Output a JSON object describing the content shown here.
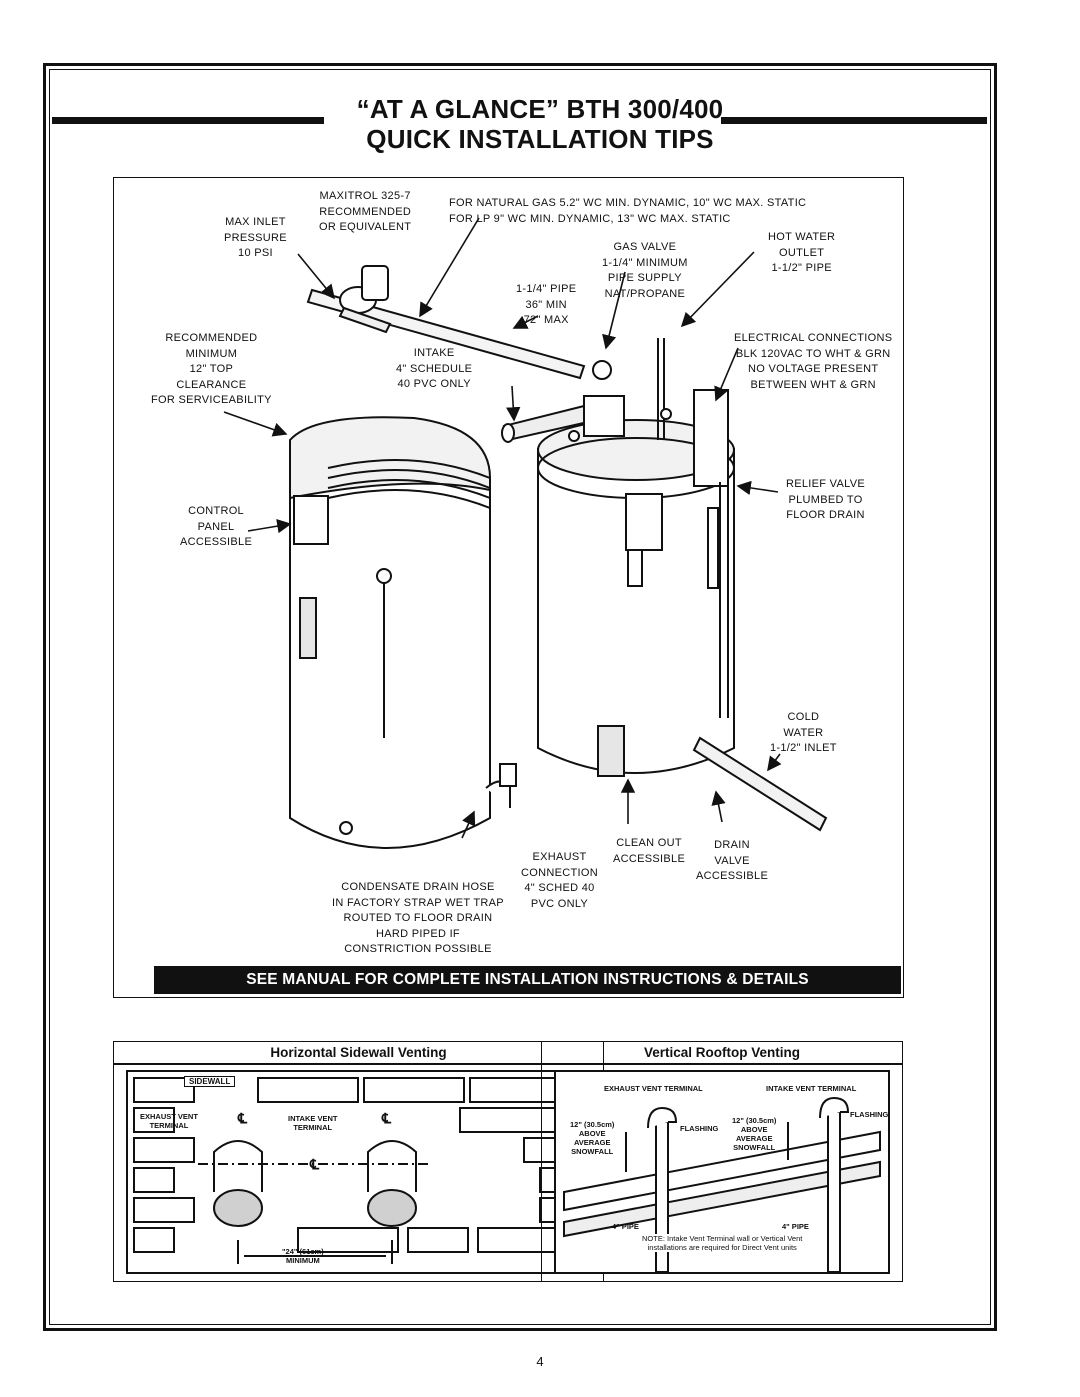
{
  "title": {
    "line1": "“AT A GLANCE” BTH 300/400",
    "line2": "QUICK INSTALLATION TIPS"
  },
  "diagram": {
    "callouts": {
      "max_inlet": [
        "MAX INLET",
        "PRESSURE",
        "10 PSI"
      ],
      "maxitrol": [
        "MAXITROL 325-7",
        "RECOMMENDED",
        "OR EQUIVALENT"
      ],
      "gas_spec": [
        "FOR NATURAL GAS 5.2\" WC MIN. DYNAMIC, 10\" WC MAX. STATIC",
        "FOR LP 9\" WC MIN. DYNAMIC, 13\" WC MAX. STATIC"
      ],
      "gas_valve": [
        "GAS VALVE",
        "1-1/4\" MINIMUM",
        "PIPE SUPPLY",
        "NAT/PROPANE"
      ],
      "hot_water": [
        "HOT WATER",
        "OUTLET",
        "1-1/2\" PIPE"
      ],
      "pipe": [
        "1-1/4\" PIPE",
        "36\" MIN",
        "72\" MAX"
      ],
      "clearance": [
        "RECOMMENDED",
        "MINIMUM",
        "12\" TOP",
        "CLEARANCE",
        "FOR SERVICEABILITY"
      ],
      "intake": [
        "INTAKE",
        "4\" SCHEDULE",
        "40 PVC ONLY"
      ],
      "electrical": [
        "ELECTRICAL CONNECTIONS",
        "BLK 120VAC TO WHT & GRN",
        "NO VOLTAGE PRESENT",
        "BETWEEN WHT & GRN"
      ],
      "control_panel": [
        "CONTROL",
        "PANEL",
        "ACCESSIBLE"
      ],
      "relief_valve": [
        "RELIEF VALVE",
        "PLUMBED TO",
        "FLOOR DRAIN"
      ],
      "cold_water": [
        "COLD",
        "WATER",
        "1-1/2\" INLET"
      ],
      "clean_out": [
        "CLEAN OUT",
        "ACCESSIBLE"
      ],
      "drain_valve": [
        "DRAIN",
        "VALVE",
        "ACCESSIBLE"
      ],
      "exhaust": [
        "EXHAUST",
        "CONNECTION",
        "4\" SCHED 40",
        "PVC ONLY"
      ],
      "condensate": [
        "CONDENSATE DRAIN HOSE",
        "IN FACTORY STRAP WET TRAP",
        "ROUTED TO FLOOR DRAIN",
        "HARD PIPED IF",
        "CONSTRICTION POSSIBLE"
      ]
    },
    "banner": "SEE MANUAL FOR COMPLETE INSTALLATION INSTRUCTIONS & DETAILS"
  },
  "horizontal_venting": {
    "title": "Horizontal Sidewall Venting",
    "sidewall": "SIDEWALL",
    "exhaust_terminal": [
      "EXHAUST VENT",
      "TERMINAL"
    ],
    "intake_terminal": [
      "INTAKE VENT",
      "TERMINAL"
    ],
    "centerline": "℄",
    "spacing": [
      "\"24\" (61cm)",
      "MINIMUM"
    ]
  },
  "vertical_venting": {
    "title": "Vertical Rooftop Venting",
    "exhaust_terminal": "EXHAUST VENT TERMINAL",
    "intake_terminal": "INTAKE VENT TERMINAL",
    "snow_left": [
      "12\" (30.5cm)",
      "ABOVE",
      "AVERAGE",
      "SNOWFALL"
    ],
    "snow_right": [
      "12\" (30.5cm)",
      "ABOVE",
      "AVERAGE",
      "SNOWFALL"
    ],
    "flashing_left": "FLASHING",
    "flashing_right": "FLASHING",
    "pipe_left": "4\" PIPE",
    "pipe_right": "4\" PIPE",
    "note": [
      "NOTE: Intake Vent Terminal wall or Vertical Vent",
      "installations are required for Direct Vent units"
    ]
  },
  "page_number": "4"
}
